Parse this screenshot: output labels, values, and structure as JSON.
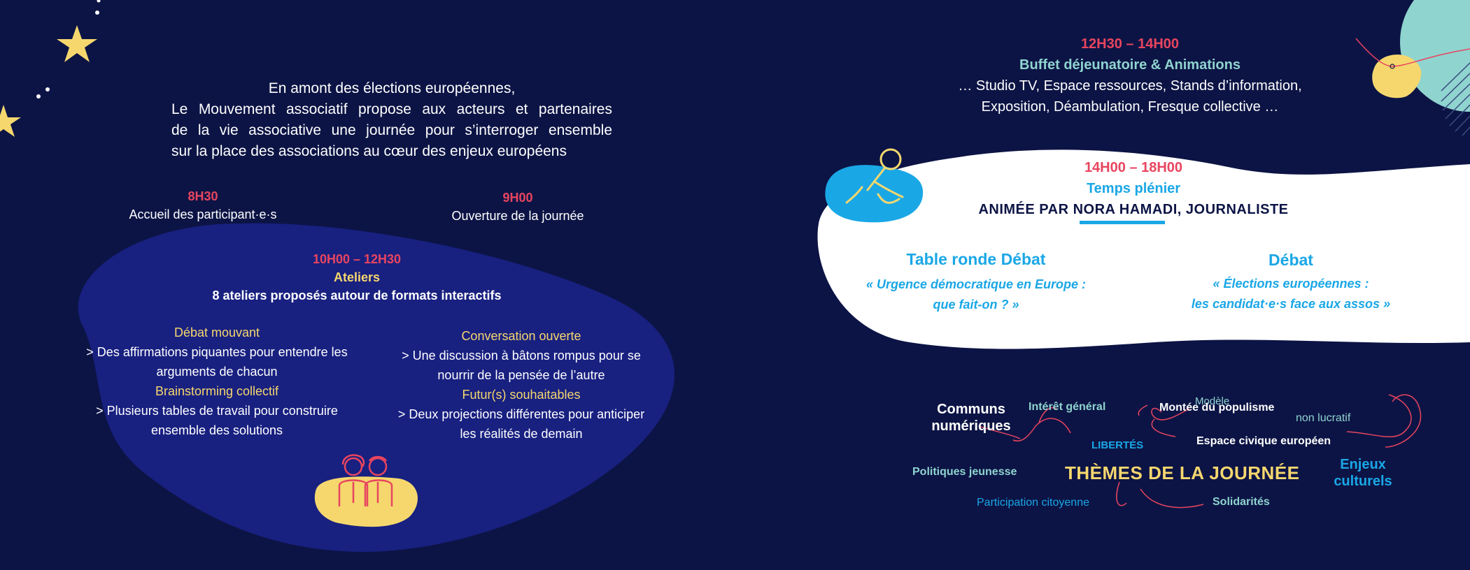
{
  "left": {
    "intro": [
      "En amont des élections européennes,",
      "Le Mouvement associatif propose aux acteurs et partenaires",
      "de la vie associative une journée pour s’interroger ensemble",
      "sur la place des associations au cœur des enjeux européens"
    ],
    "accueil": {
      "time": "8H30",
      "label": "Accueil des participant·e·s"
    },
    "ouverture": {
      "time": "9H00",
      "label": "Ouverture de la journée"
    },
    "ateliers": {
      "time": "10H00 – 12H30",
      "title": "Ateliers",
      "subtitle": "8 ateliers proposés autour de formats interactifs",
      "formats": [
        {
          "name": "Débat mouvant",
          "desc": [
            "> Des affirmations piquantes pour entendre les",
            "arguments de chacun"
          ]
        },
        {
          "name": "Brainstorming collectif",
          "desc": [
            "> Plusieurs tables de travail pour construire",
            "ensemble des solutions"
          ]
        },
        {
          "name": "Conversation ouverte",
          "desc": [
            "> Une discussion à bâtons rompus pour se",
            "nourrir de la pensée de l’autre"
          ]
        },
        {
          "name": "Futur(s) souhaitables",
          "desc": [
            "> Deux projections différentes pour anticiper",
            "les réalités de demain"
          ]
        }
      ]
    }
  },
  "right": {
    "buffet": {
      "time": "12H30 – 14H00",
      "title": "Buffet déjeunatoire & Animations",
      "lines": [
        "… Studio TV, Espace ressources, Stands d’information,",
        "Exposition, Déambulation, Fresque collective …"
      ]
    },
    "pleniere": {
      "time": "14H00 – 18H00",
      "title": "Temps plénier",
      "host": "ANIMÉE PAR NORA HAMADI, JOURNALISTE",
      "left_title": "Table ronde Débat",
      "left_quote": [
        "« Urgence démocratique en Europe :",
        "que fait-on ? »"
      ],
      "right_title": "Débat",
      "right_quote": [
        "« Élections européennes :",
        "les candidat·e·s face aux assos »"
      ]
    },
    "themes": {
      "title": "THÈMES DE LA JOURNÉE",
      "words": {
        "communs": [
          "Communs",
          "numériques"
        ],
        "interet": "Intérêt général",
        "modele": "Modèle",
        "montee": "Montée du populisme",
        "non_lucratif": "non lucratif",
        "libertes": "LIBERTÉS",
        "espace": "Espace civique européen",
        "enjeux": [
          "Enjeux",
          "culturels"
        ],
        "politiques": "Politiques jeunesse",
        "participation": "Participation citoyenne",
        "solidarites": "Solidarités"
      }
    }
  },
  "colors": {
    "background": "#0c1445",
    "blob_blue": "#182080",
    "pink": "#e8455f",
    "yellow": "#f5d76e",
    "cyan": "#1aa7e6",
    "teal": "#8fd4cf"
  },
  "icons": [
    "star-icon",
    "microphone-icon",
    "people-icon",
    "decorative-blob"
  ]
}
